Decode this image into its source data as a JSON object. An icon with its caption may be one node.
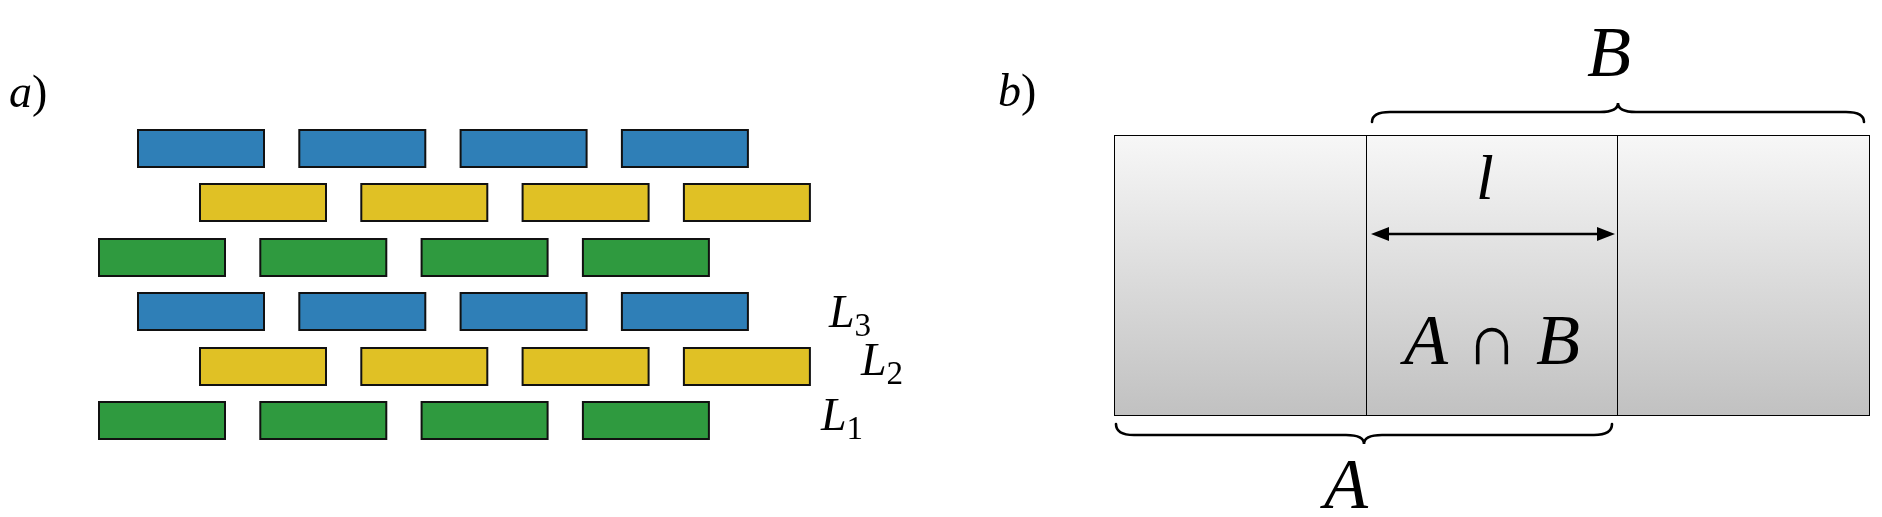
{
  "diagram": {
    "nodes": [
      {
        "text": [],
        "shape": "box"
      },
      {
        "text": [
          "*A* ∩ *B*"
        ]
      },
      {
        "text": [],
        "shape": "box"
      }
    ],
    "labels": [
      "*a*)",
      "L$_{3}$",
      "L$_{2}$",
      "L$_{1}$",
      "*b*)",
      "B",
      "l",
      "A"
    ]
  }
}
